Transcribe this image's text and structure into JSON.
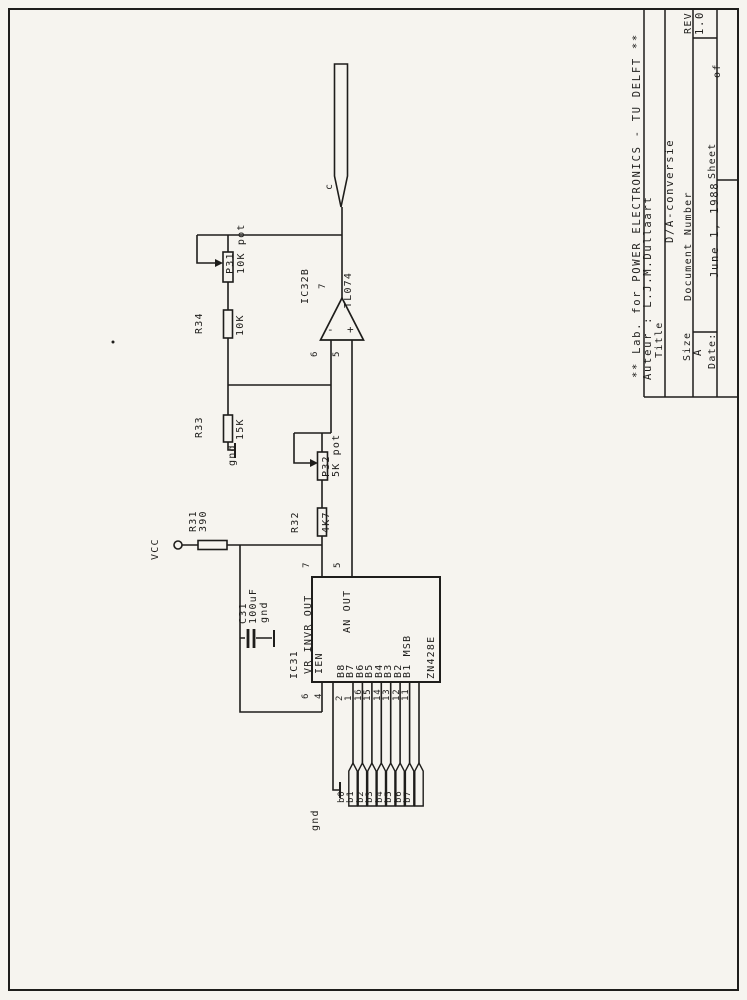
{
  "title_block": {
    "lab_header": "** Lab. for POWER ELECTRONICS - TU DELFT **",
    "author": "Auteur : L.J.M.Dullaart",
    "title_label": "Title",
    "title_value": "D/A-conversie",
    "size_label": "Size",
    "size_value": "A",
    "document_number_label": "Document Number",
    "rev_label": "REV",
    "rev_value": "1.0",
    "date_label": "Date:",
    "date_value": "June 1, 1988",
    "sheet_label": "Sheet",
    "of_label": "of"
  },
  "schematic": {
    "power": {
      "vcc_label": "VCC"
    },
    "gnd_label": "gnd",
    "resistors": [
      {
        "ref": "R31",
        "value": "390"
      },
      {
        "ref": "R32",
        "value": "4K7"
      },
      {
        "ref": "R33",
        "value": "15K"
      },
      {
        "ref": "R34",
        "value": "10K"
      }
    ],
    "potentiometers": [
      {
        "ref": "P31",
        "value": "10K pot"
      },
      {
        "ref": "P32",
        "value": "5K pot"
      }
    ],
    "capacitor": {
      "ref": "C31",
      "value": "100uF"
    },
    "dac": {
      "ref": "IC31",
      "part": "ZN428E",
      "row_vr_invr_out": "VR INVR OUT",
      "row_en": "IEN",
      "row_an_out": "AN OUT",
      "invr_out_pin": "7",
      "an_out_pin": "5",
      "vr_pin": "6",
      "en_pin": "4",
      "bit_labels": [
        "B8",
        "B7",
        "B6",
        "B5",
        "B4",
        "B3",
        "B2",
        "B1 MSB"
      ],
      "bit_pins": [
        "2",
        "1",
        "16",
        "15",
        "14",
        "13",
        "12",
        "11"
      ]
    },
    "opamp": {
      "ref": "IC32B",
      "part": "TL074",
      "out_pin": "7",
      "inv_pin": "6",
      "noninv_pin": "5",
      "inv_mark": "-",
      "noninv_mark": "+"
    },
    "output_connector": {
      "label": "c"
    },
    "input_connectors": [
      "b0",
      "b1",
      "b2",
      "b3",
      "b4",
      "b5",
      "b6",
      "b7"
    ]
  }
}
